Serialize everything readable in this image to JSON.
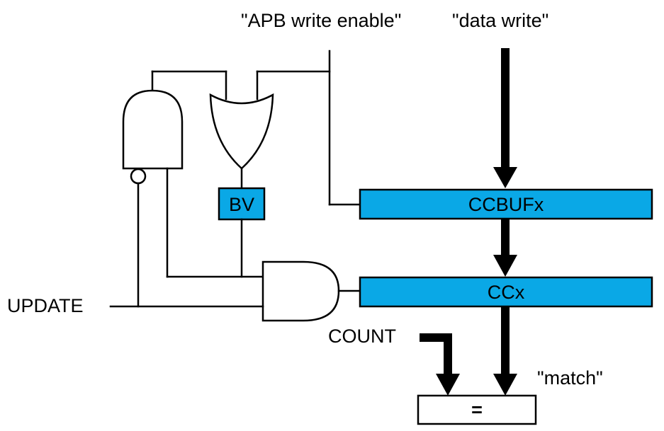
{
  "labels": {
    "apb_write_enable": "\"APB write enable\"",
    "data_write": "\"data write\"",
    "update": "UPDATE",
    "count": "COUNT",
    "match": "\"match\""
  },
  "blocks": {
    "ccbufx": "CCBUFx",
    "ccx": "CCx",
    "bv": "BV",
    "comparator": "="
  },
  "colors": {
    "register_fill": "#0aa8e6",
    "line": "#000000",
    "background": "#ffffff"
  }
}
